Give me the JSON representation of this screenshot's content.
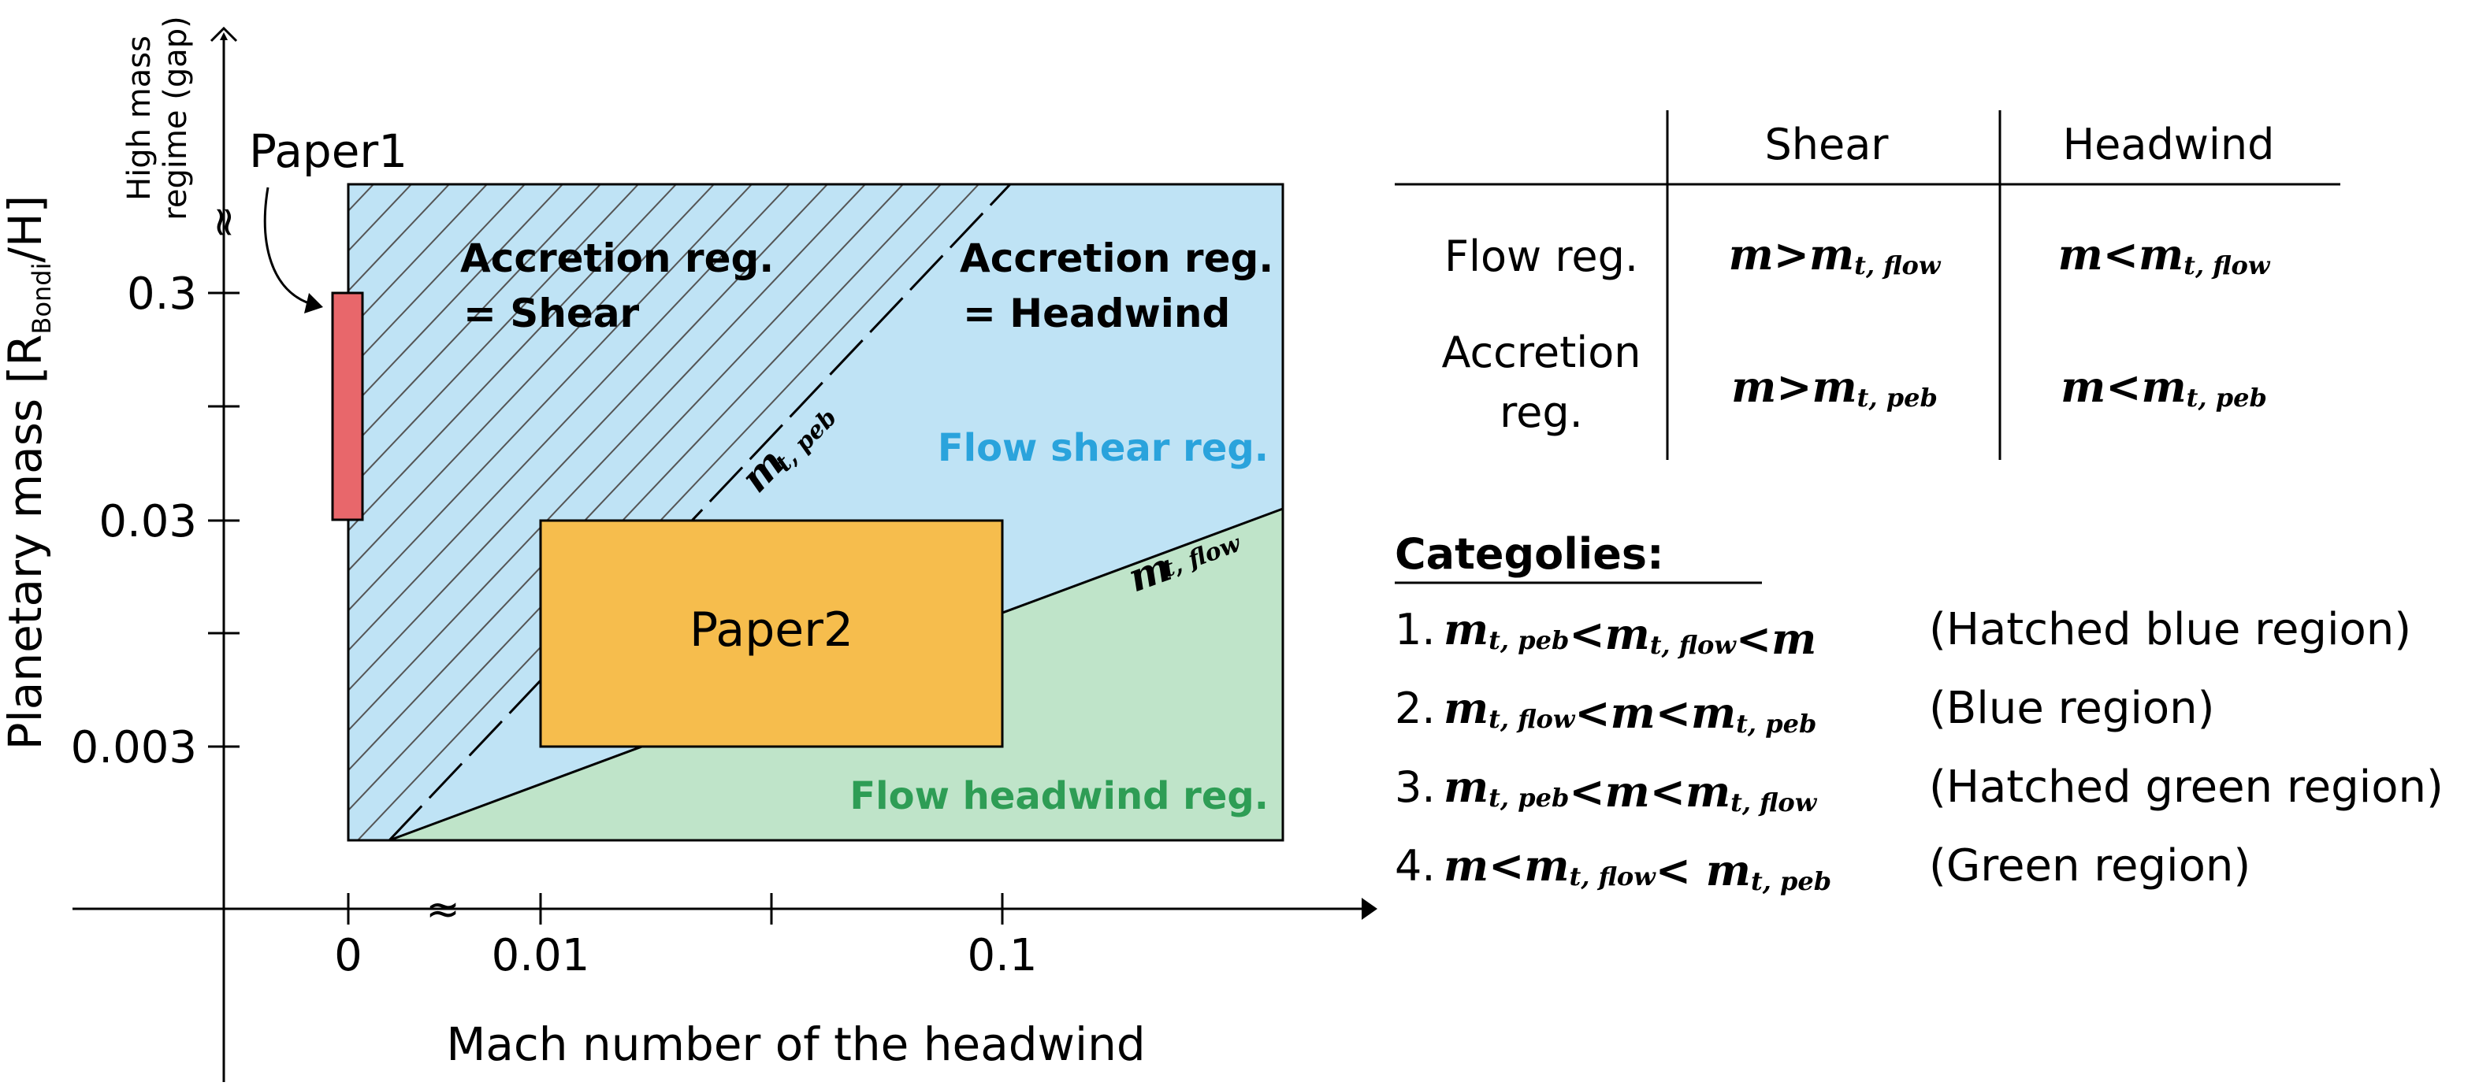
{
  "figure": {
    "y_axis_label": "Planetary mass [R",
    "y_axis_label_sub": "Bondi",
    "y_axis_label_tail": "/H]",
    "y_axis_top_label_line1": "High mass",
    "y_axis_top_label_line2": "regime (gap)",
    "y_ticks": [
      "0.3",
      "0.03",
      "0.003"
    ],
    "x_axis_label": "Mach number of the headwind",
    "x_ticks": [
      "0",
      "0.01",
      "0.1"
    ],
    "break_symbol": "≈",
    "paper1_label": "Paper1",
    "paper2_label": "Paper2",
    "region_labels": {
      "accretion_shear_line1": "Accretion reg.",
      "accretion_shear_line2": "= Shear",
      "accretion_headwind_line1": "Accretion reg.",
      "accretion_headwind_line2": "= Headwind",
      "flow_shear": "Flow shear reg.",
      "flow_headwind": "Flow headwind reg."
    },
    "line_labels": {
      "m_t_peb_main": "m",
      "m_t_peb_sub": "t, peb",
      "m_t_flow_main": "m",
      "m_t_flow_sub": "t, flow"
    },
    "colors": {
      "blue_region": "#bfe3f5",
      "green_region": "#bfe4c9",
      "paper1": "#e8676b",
      "paper2": "#f6bd4d",
      "flow_shear_text": "#2aa3dc",
      "flow_headwind_text": "#2e9d55"
    }
  },
  "table": {
    "col_headers": [
      "Shear",
      "Headwind"
    ],
    "rows": [
      {
        "label_line1": "Flow reg.",
        "label_line2": "",
        "shear": {
          "lhs": "m",
          "op": ">",
          "rhs": "m",
          "sub": "t, flow"
        },
        "headwind": {
          "lhs": "m",
          "op": "<",
          "rhs": "m",
          "sub": "t, flow"
        }
      },
      {
        "label_line1": "Accretion",
        "label_line2": "reg.",
        "shear": {
          "lhs": "m",
          "op": ">",
          "rhs": "m",
          "sub": "t, peb"
        },
        "headwind": {
          "lhs": "m",
          "op": "<",
          "rhs": "m",
          "sub": "t, peb"
        }
      }
    ]
  },
  "categories": {
    "heading": "Categolies:",
    "items": [
      {
        "num": "1.",
        "expr": [
          {
            "m": "m",
            "s": "t, peb"
          },
          {
            "op": "<"
          },
          {
            "m": "m",
            "s": "t, flow"
          },
          {
            "op": "<"
          },
          {
            "m": "m",
            "s": ""
          }
        ],
        "desc": "(Hatched blue region)"
      },
      {
        "num": "2.",
        "expr": [
          {
            "m": "m",
            "s": "t, flow"
          },
          {
            "op": "<"
          },
          {
            "m": "m",
            "s": ""
          },
          {
            "op": "<"
          },
          {
            "m": "m",
            "s": "t, peb"
          }
        ],
        "desc": "(Blue region)"
      },
      {
        "num": "3.",
        "expr": [
          {
            "m": "m",
            "s": "t, peb"
          },
          {
            "op": "<"
          },
          {
            "m": "m",
            "s": ""
          },
          {
            "op": "<"
          },
          {
            "m": "m",
            "s": "t, flow"
          }
        ],
        "desc": "(Hatched green region)"
      },
      {
        "num": "4.",
        "expr": [
          {
            "m": "m",
            "s": ""
          },
          {
            "op": "<"
          },
          {
            "m": "m",
            "s": "t, flow"
          },
          {
            "op": "<"
          },
          {
            "m": " m",
            "s": "t, peb"
          }
        ],
        "desc": "(Green region)"
      }
    ]
  }
}
